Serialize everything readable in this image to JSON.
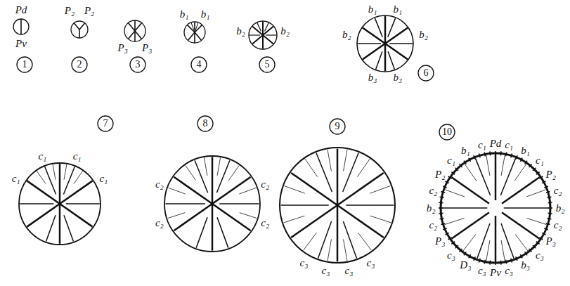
{
  "diagram": {
    "nodes": [
      {
        "text": [
          "1"
        ]
      },
      {
        "text": [
          "2"
        ]
      },
      {
        "text": [
          "3"
        ]
      },
      {
        "text": [
          "4"
        ]
      },
      {
        "text": [
          "5"
        ]
      },
      {
        "text": [
          "6"
        ]
      },
      {
        "text": [
          "7"
        ]
      },
      {
        "text": [
          "8"
        ]
      },
      {
        "text": [
          "9"
        ]
      },
      {
        "text": [
          "10"
        ]
      }
    ],
    "labels": [
      "Pd",
      "Pv",
      "P₂",
      "P₂",
      "P₃",
      "P₃",
      "b₁",
      "b₁",
      "b₂",
      "b₂",
      "b₁",
      "b₁",
      "b₂",
      "b₂",
      "b₃",
      "b₃",
      "c₁",
      "c₁",
      "c₁",
      "c₁",
      "c₂",
      "c₂",
      "c₂",
      "c₂",
      "c₃",
      "c₃",
      "c₃",
      "c₃",
      "Pd",
      "c₁",
      "b₁",
      "c₁",
      "P₂",
      "c₂",
      "b₂",
      "c₂",
      "P₃",
      "c₃",
      "b₃",
      "c₃",
      "Pv",
      "c₁",
      "b₁",
      "c₁",
      "P₂",
      "c₂",
      "b₂",
      "c₂",
      "P₃",
      "c₃",
      "D₃",
      "c₃"
    ]
  }
}
